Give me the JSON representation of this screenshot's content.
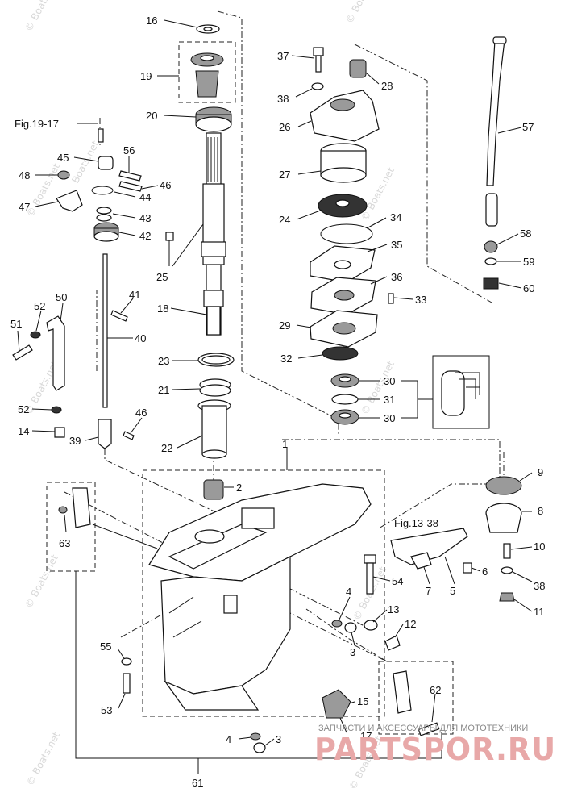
{
  "figure_refs": {
    "fig_19_17": "Fig.19-17",
    "fig_13_38": "Fig.13-38"
  },
  "watermarks": {
    "boats_net": "© Boats.net",
    "boats_net_short": "Boats.net",
    "shop_caption": "ЗАПЧАСТИ И АКСЕССУАРЫ ДЛЯ МОТОТЕХНИКИ",
    "shop_logo": "PARTSPOR.RU"
  },
  "callouts": {
    "c16": "16",
    "c19": "19",
    "c20": "20",
    "c18": "18",
    "c23": "23",
    "c21": "21",
    "c22": "22",
    "c25": "25",
    "c37": "37",
    "c38a": "38",
    "c28": "28",
    "c26": "26",
    "c27": "27",
    "c24": "24",
    "c34": "34",
    "c35": "35",
    "c36": "36",
    "c33": "33",
    "c29": "29",
    "c32": "32",
    "c30a": "30",
    "c31": "31",
    "c30b": "30",
    "c57": "57",
    "c58": "58",
    "c59": "59",
    "c60": "60",
    "c45": "45",
    "c56": "56",
    "c48": "48",
    "c46a": "46",
    "c47": "47",
    "c44": "44",
    "c43": "43",
    "c42": "42",
    "c41": "41",
    "c40": "40",
    "c50": "50",
    "c52a": "52",
    "c51": "51",
    "c52b": "52",
    "c14": "14",
    "c39": "39",
    "c46b": "46",
    "c1": "1",
    "c2": "2",
    "c9": "9",
    "c8": "8",
    "c10": "10",
    "c38b": "38",
    "c11": "11",
    "c7": "7",
    "c5": "5",
    "c6": "6",
    "c54": "54",
    "c63": "63",
    "c4a": "4",
    "c13": "13",
    "c12": "12",
    "c3a": "3",
    "c55": "55",
    "c53": "53",
    "c15": "15",
    "c17": "17",
    "c62": "62",
    "c4b": "4",
    "c3b": "3",
    "c61": "61"
  }
}
